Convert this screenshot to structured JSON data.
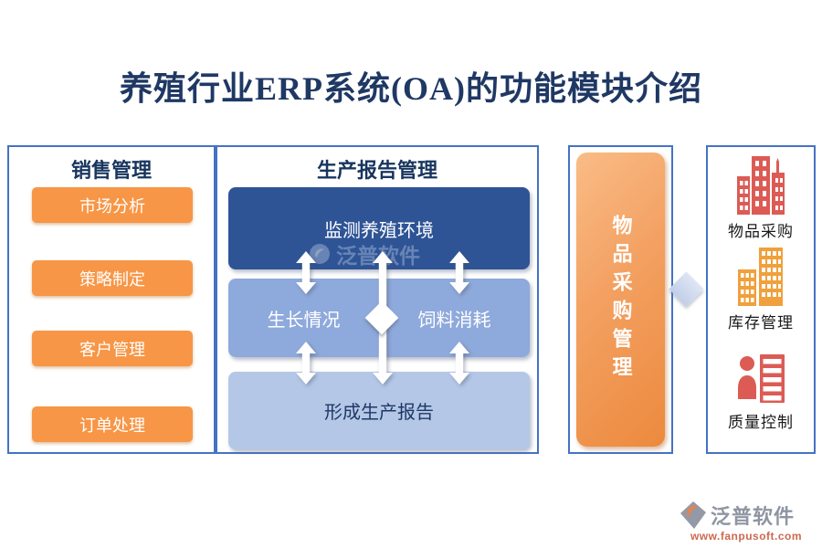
{
  "title": "养殖行业ERP系统(OA)的功能模块介绍",
  "sales": {
    "header": "销售管理",
    "buttons": [
      "市场分析",
      "策略制定",
      "客户管理",
      "订单处理"
    ]
  },
  "production": {
    "header": "生产报告管理",
    "monitor_box": "监测养殖环境",
    "growth_box": "生长情况",
    "feed_box": "饲料消耗",
    "report_box": "形成生产报告"
  },
  "procurement": {
    "vertical_label": "物品采购管理"
  },
  "modules": {
    "items": [
      {
        "icon": "buildings-red-icon",
        "label": "物品采购"
      },
      {
        "icon": "buildings-orange-icon",
        "label": "库存管理"
      },
      {
        "icon": "person-report-icon",
        "label": "质量控制"
      }
    ]
  },
  "watermark": {
    "text": "泛普软件"
  },
  "footer": {
    "brand": "泛普软件",
    "url": "www.fanpusoft.com"
  },
  "colors": {
    "title_navy": "#1F3864",
    "panel_border": "#4472C4",
    "button_orange": "#F79646",
    "dark_blue_box": "#2E5496",
    "mid_blue_box": "#8EA9DB",
    "light_blue_box": "#B4C7E7",
    "bar_orange_gradient_start": "#F9BC86",
    "bar_orange_gradient_end": "#EC8A3D",
    "icon_red": "#DC5B55",
    "icon_orange": "#F0A03C",
    "brand_gray": "#8F95A2",
    "url_orange": "#CC6950"
  }
}
